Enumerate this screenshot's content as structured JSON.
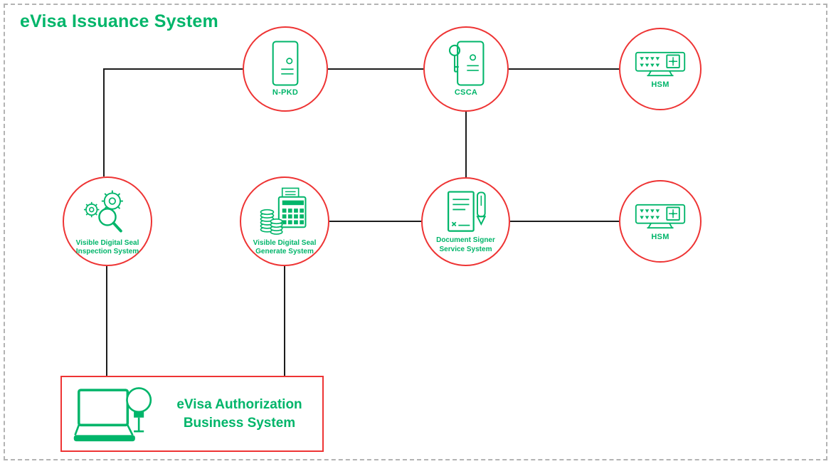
{
  "title": "eVisa Issuance System",
  "colors": {
    "brand_green": "#00b56a",
    "node_border_red": "#ee3434",
    "connector_black": "#1c1c1c",
    "frame_gray": "#b3b3b3"
  },
  "nodes": {
    "npkd": {
      "label": "N-PKD",
      "icon": "server-icon"
    },
    "csca": {
      "label": "CSCA",
      "icon": "key-server-icon"
    },
    "hsm_top": {
      "label": "HSM",
      "icon": "hsm-device-icon"
    },
    "vds_inspection": {
      "label_line1": "Visible Digital Seal",
      "label_line2": "Inspection System",
      "icon": "gears-magnifier-icon"
    },
    "vds_generate": {
      "label_line1": "Visible Digital Seal",
      "label_line2": "Generate System",
      "icon": "coins-calculator-icon"
    },
    "doc_signer": {
      "label_line1": "Document Signer",
      "label_line2": "Service System",
      "icon": "document-pen-icon"
    },
    "hsm_bottom": {
      "label": "HSM",
      "icon": "hsm-device-icon"
    }
  },
  "business_box": {
    "label_line1": "eVisa Authorization",
    "label_line2": "Business System",
    "icon": "laptop-lightbulb-icon"
  }
}
